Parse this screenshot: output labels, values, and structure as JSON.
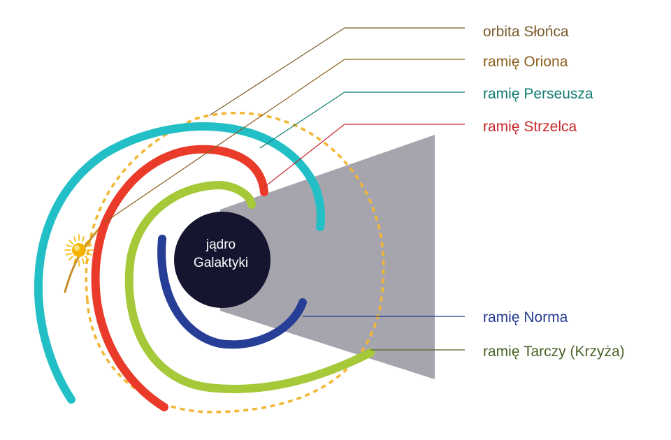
{
  "core": {
    "line1": "jądro",
    "line2": "Galaktyki"
  },
  "labels": {
    "sun_orbit": "orbita Słońca",
    "orion": "ramię Oriona",
    "perseus": "ramię Perseusza",
    "sagittarius": "ramię Strzelca",
    "norma": "ramię Norma",
    "scutum": "ramię Tarczy (Krzyża)"
  },
  "colors": {
    "background": "#ffffff",
    "sun_orbit": "#f2b632",
    "sun": "#f5b400",
    "orion": "#8b5e1a",
    "perseus": "#22bfc6",
    "sagittarius": "#ea3a29",
    "norma": "#263e96",
    "scutum": "#a6c93a",
    "core": "#161530",
    "shadow_cone": "#a6a5ad",
    "label_sun_orbit": "#7a5a2a",
    "label_orion": "#8b5e1a",
    "label_perseus": "#0e7b6f",
    "label_sagittarius": "#c8262b",
    "label_norma": "#243a90",
    "label_scutum": "#4a6326"
  },
  "icons": {
    "sun": "sun-icon"
  }
}
